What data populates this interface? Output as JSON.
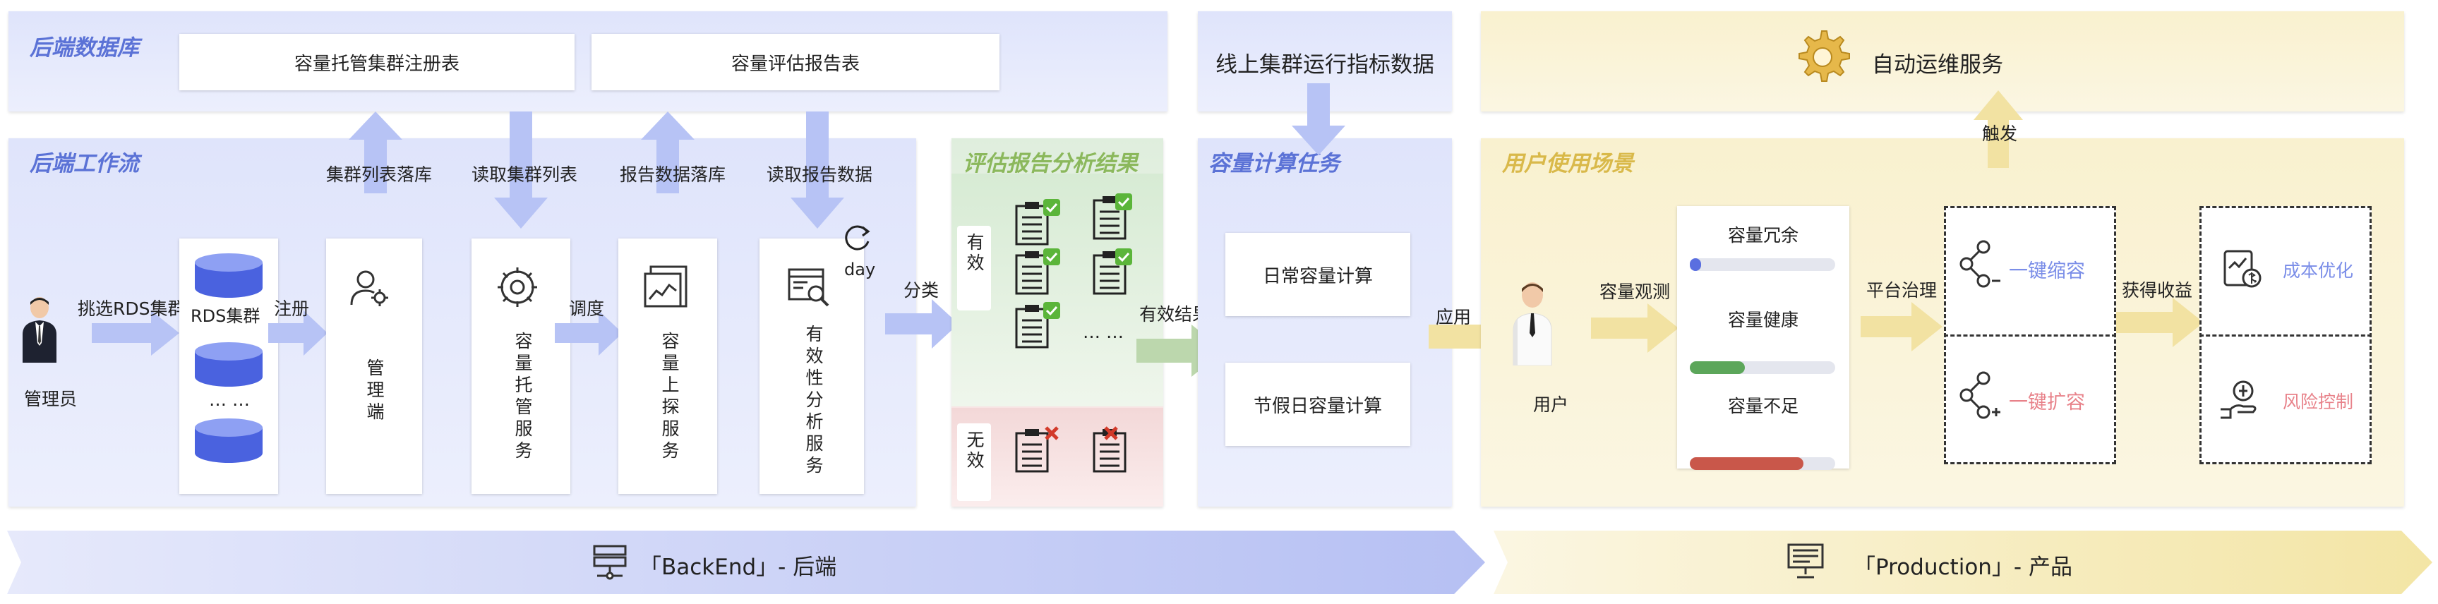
{
  "backend_db": {
    "title": "后端数据库",
    "table1": "容量托管集群注册表",
    "table2": "容量评估报告表"
  },
  "online_metrics": "线上集群运行指标数据",
  "auto_ops": "自动运维服务",
  "backend_workflow": {
    "title": "后端工作流",
    "admin_label": "管理员",
    "select_rds": "挑选RDS集群",
    "rds_cluster": "RDS集群",
    "ellipsis": "… …",
    "register": "注册",
    "mgmt": "管理端",
    "cluster_list_save": "集群列表落库",
    "read_cluster_list": "读取集群列表",
    "dispatch": "调度",
    "capacity_service": "容量托管服务",
    "report_save": "报告数据落库",
    "read_report": "读取报告数据",
    "probe_service": "容量上探服务",
    "validity_service": "有效性分析服务",
    "day": "day"
  },
  "eval_results": {
    "title": "评估报告分析结果",
    "classify": "分类",
    "valid": "有效",
    "invalid": "无效",
    "ellipsis": "… …",
    "valid_result": "有效结果"
  },
  "capacity_task": {
    "title": "容量计算任务",
    "daily": "日常容量计算",
    "holiday": "节假日容量计算",
    "apply": "应用"
  },
  "user_scene": {
    "title": "用户使用场景",
    "trigger": "触发",
    "user": "用户",
    "observe": "容量观测",
    "redundant": "容量冗余",
    "healthy": "容量健康",
    "insufficient": "容量不足",
    "platform_gov": "平台治理",
    "scale_down": "一键缩容",
    "scale_up": "一键扩容",
    "gain": "获得收益",
    "cost_opt": "成本优化",
    "risk_ctrl": "风险控制",
    "bar_redundant": 0.08,
    "bar_healthy": 0.38,
    "bar_insufficient": 0.78,
    "color_blue": "#5a6fe0",
    "color_green": "#5ca65a",
    "color_red": "#c9574a"
  },
  "footer": {
    "backend": "「BackEnd」- 后端",
    "production": "「Production」- 产品"
  }
}
